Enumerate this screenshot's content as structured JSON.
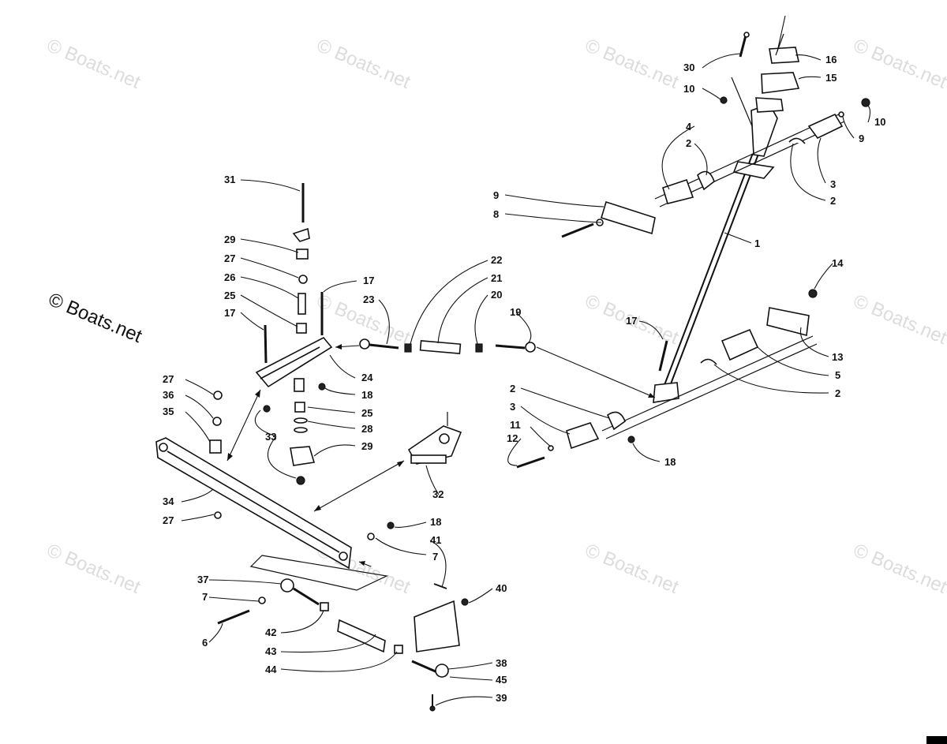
{
  "watermark": {
    "text": "© Boats.net",
    "main_text": "© Boats.net"
  },
  "callouts": {
    "c1": "1",
    "c2a": "2",
    "c2b": "2",
    "c2c": "2",
    "c2d": "2",
    "c3a": "3",
    "c3b": "3",
    "c4": "4",
    "c5": "5",
    "c6": "6",
    "c7a": "7",
    "c7b": "7",
    "c8": "8",
    "c9a": "9",
    "c9b": "9",
    "c10a": "10",
    "c10b": "10",
    "c11": "11",
    "c12": "12",
    "c13": "13",
    "c14": "14",
    "c15": "15",
    "c16": "16",
    "c17a": "17",
    "c17b": "17",
    "c17c": "17",
    "c18a": "18",
    "c18b": "18",
    "c18c": "18",
    "c19": "19",
    "c20": "20",
    "c21": "21",
    "c22": "22",
    "c23": "23",
    "c24": "24",
    "c25a": "25",
    "c25b": "25",
    "c26": "26",
    "c27a": "27",
    "c27b": "27",
    "c27c": "27",
    "c28": "28",
    "c29a": "29",
    "c29b": "29",
    "c30": "30",
    "c31": "31",
    "c32": "32",
    "c33": "33",
    "c34": "34",
    "c35": "35",
    "c36": "36",
    "c37": "37",
    "c38": "38",
    "c39": "39",
    "c40": "40",
    "c41": "41",
    "c42": "42",
    "c43": "43",
    "c44": "44",
    "c45": "45"
  }
}
